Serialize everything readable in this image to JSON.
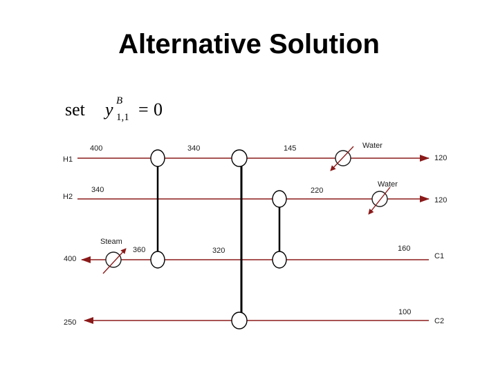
{
  "title": "Alternative Solution",
  "formula": {
    "prefix": "set",
    "variable": "y",
    "superscript": "B",
    "subscript": "1,1",
    "equals": "=",
    "value": "0"
  },
  "streams": {
    "h1": {
      "label": "H1",
      "inlet_temp": "400",
      "outlet_temp": "120",
      "utility": "Water"
    },
    "h2": {
      "label": "H2",
      "inlet_temp": "340",
      "outlet_temp": "120",
      "utility": "Water"
    },
    "c1": {
      "label": "C1",
      "inlet_temp": "160",
      "outlet_temp": "400",
      "utility": "Steam"
    },
    "c2": {
      "label": "C2",
      "inlet_temp": "100",
      "outlet_temp": "250"
    }
  },
  "intermediate_temps": {
    "h1_after_ex1": "340",
    "h1_after_ex2": "145",
    "h2_after_ex3": "220",
    "c1_after_ex1": "360",
    "c1_after_ex3": "320"
  },
  "colors": {
    "stream_line": "#8b1a1a",
    "connector": "#000000",
    "text": "#1a1a1a"
  }
}
